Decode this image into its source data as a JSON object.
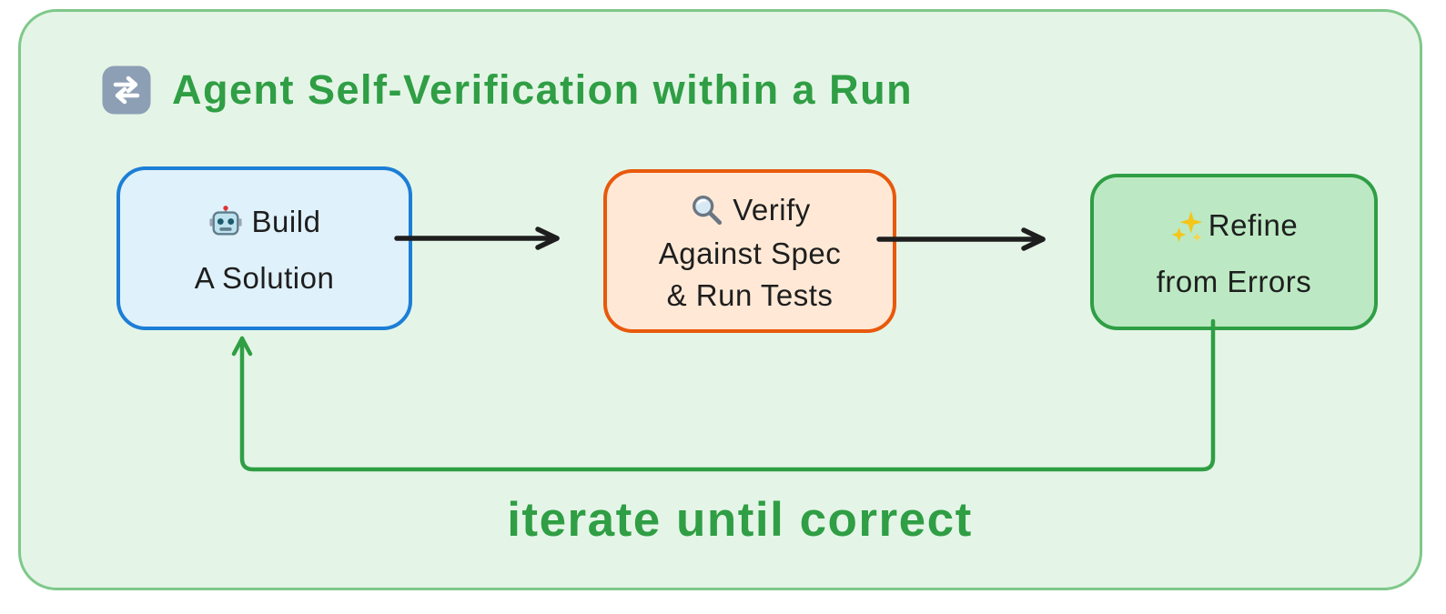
{
  "diagram": {
    "title": {
      "icon": "repeat-icon",
      "text": "Agent Self-Verification within a Run"
    },
    "nodes": {
      "build": {
        "icon": "robot-icon",
        "line1": "Build",
        "line2": "A Solution"
      },
      "verify": {
        "icon": "magnifier-icon",
        "line1": "Verify",
        "line2": "Against Spec",
        "line3": "& Run Tests"
      },
      "refine": {
        "icon": "sparkles-icon",
        "line1": "Refine",
        "line2": "from Errors"
      }
    },
    "loop_label": "iterate until correct",
    "colors": {
      "container_bg": "#e4f5e7",
      "container_border": "#7fc88a",
      "accent_green": "#2f9e44",
      "build_bg": "#dff1fa",
      "build_border": "#1c7ed6",
      "verify_bg": "#ffe9d6",
      "verify_border": "#e8590c",
      "refine_bg": "#bce9c3",
      "refine_border": "#2f9e44",
      "arrow_black": "#1e1e1e",
      "text": "#1e1e1e"
    }
  }
}
